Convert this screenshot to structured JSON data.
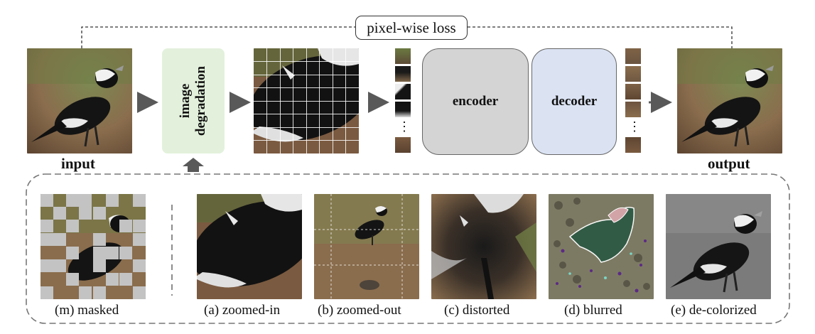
{
  "loss": {
    "label": "pixel-wise loss"
  },
  "pipeline": {
    "input_label": "input",
    "output_label": "output",
    "degradation_label_line1": "image",
    "degradation_label_line2": "degradation",
    "encoder_label": "encoder",
    "decoder_label": "decoder",
    "ellipsis": "⋮"
  },
  "examples": [
    {
      "id": "masked",
      "caption": "(m) masked"
    },
    {
      "id": "zoomed-in",
      "caption": "(a) zoomed-in"
    },
    {
      "id": "zoomed-out",
      "caption": "(b) zoomed-out"
    },
    {
      "id": "distorted",
      "caption": "(c) distorted"
    },
    {
      "id": "blurred",
      "caption": "(d) blurred"
    },
    {
      "id": "de-colorized",
      "caption": "(e) de-colorized"
    }
  ],
  "colors": {
    "degradation_fill": "#e3f1dc",
    "encoder_fill": "#d4d4d4",
    "decoder_fill": "#dbe3f3",
    "arrow": "#595959",
    "mask_gray": "#c3c3c3"
  }
}
